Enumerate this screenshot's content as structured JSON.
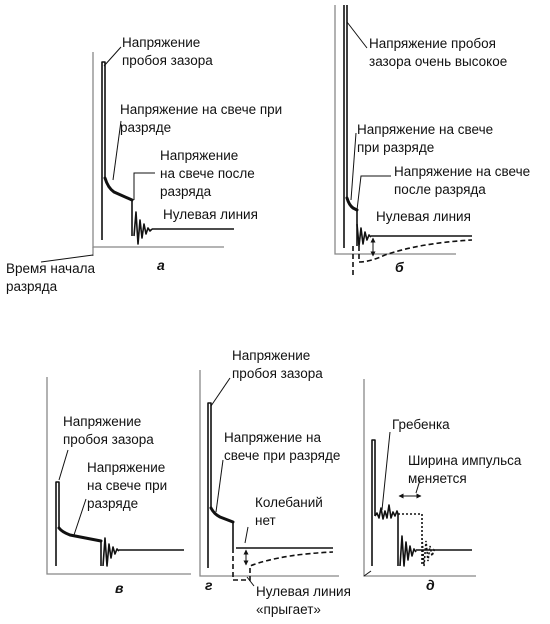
{
  "panels": {
    "a": {
      "caption": "а",
      "label_breakdown": [
        "Напряжение",
        "пробоя зазора"
      ],
      "label_discharge": [
        "Напряжение на свече при",
        "разряде"
      ],
      "label_after": [
        "Напряжение",
        "на свече после",
        "разряда"
      ],
      "label_zero": "Нулевая линия",
      "label_start": [
        "Время начала",
        "разряда"
      ]
    },
    "b": {
      "caption": "б",
      "label_breakdown": [
        "Напряжение пробоя",
        "зазора очень высокое"
      ],
      "label_discharge": [
        "Напряжение на свече",
        "при разряде"
      ],
      "label_after": [
        "Напряжение на свече",
        "после разряда"
      ],
      "label_zero": "Нулевая линия"
    },
    "v": {
      "caption": "в",
      "label_breakdown": [
        "Напряжение",
        "пробоя зазора"
      ],
      "label_discharge": [
        "Напряжение",
        "на свече при",
        "разряде"
      ]
    },
    "g": {
      "caption": "г",
      "label_breakdown": [
        "Напряжение",
        "пробоя зазора"
      ],
      "label_discharge": [
        "Напряжение на",
        "свече при разряде"
      ],
      "label_noosc": [
        "Колебаний",
        "нет"
      ],
      "label_zero": [
        "Нулевая линия",
        "«прыгает»"
      ]
    },
    "d": {
      "caption": "д",
      "label_comb": "Гребенка",
      "label_width": [
        "Ширина импульса",
        "меняется"
      ]
    }
  }
}
